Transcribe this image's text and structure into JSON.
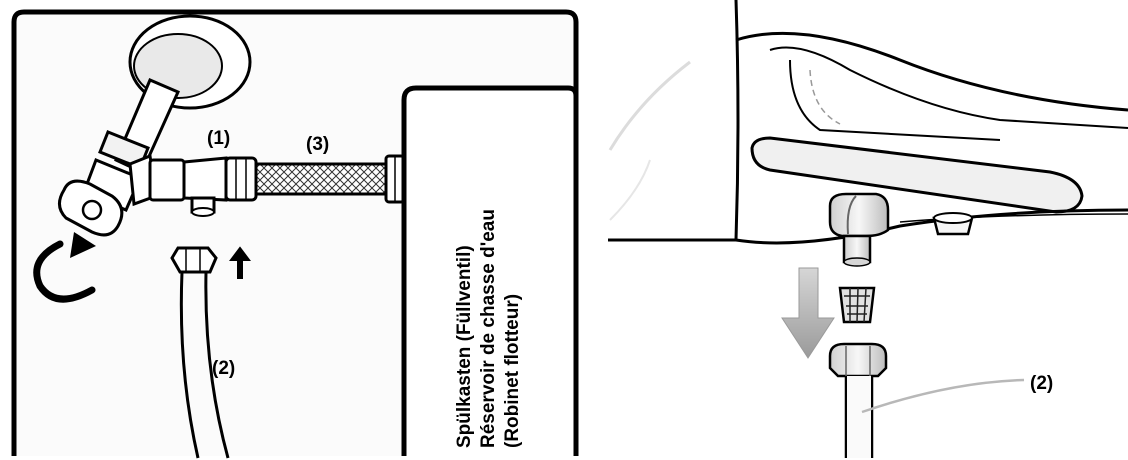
{
  "left_panel": {
    "labels": {
      "valve": "(1)",
      "hose": "(2)",
      "braided_hose": "(3)"
    },
    "tank_label_lines": [
      "Spülkasten (Füllventil)",
      "Réservoir de chasse d'eau",
      "(Robinet flotteur)"
    ]
  },
  "right_panel": {
    "labels": {
      "hose": "(2)"
    }
  },
  "colors": {
    "line": "#000000",
    "panel_bg": "#ffffff",
    "shade": "#e6e6e6",
    "arrow_grey": "#b4b4b4"
  }
}
